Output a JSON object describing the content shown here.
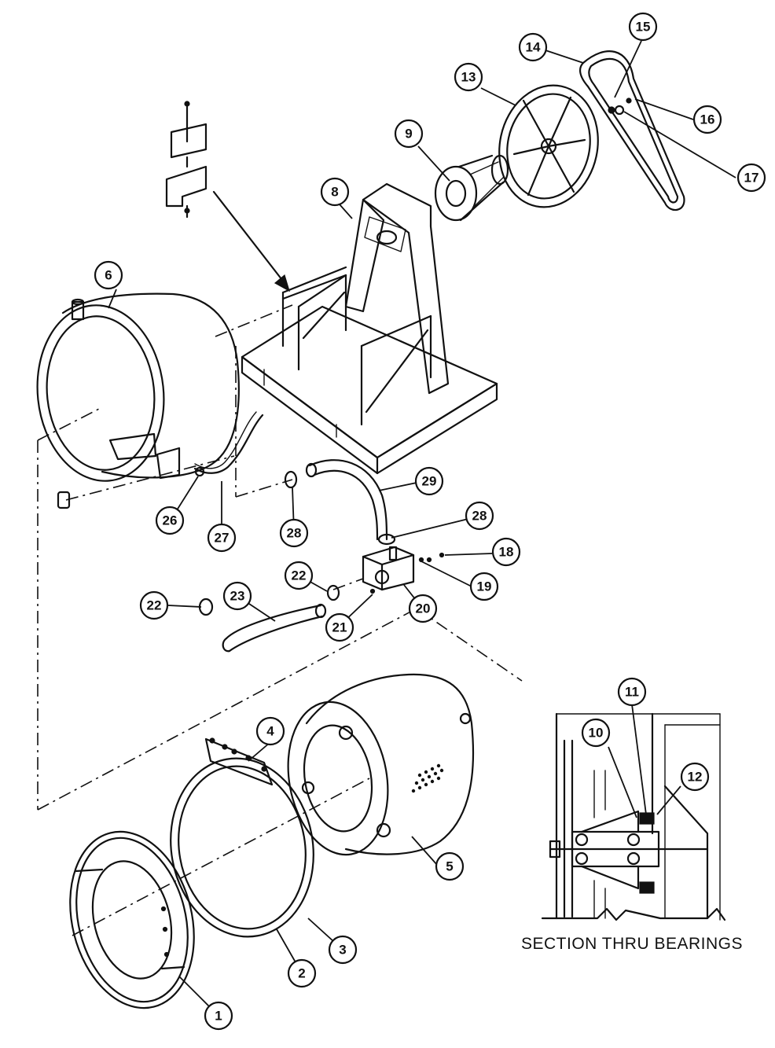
{
  "diagram": {
    "section_caption": "SECTION THRU BEARINGS",
    "callouts": [
      {
        "id": "c1",
        "label": "1"
      },
      {
        "id": "c2",
        "label": "2"
      },
      {
        "id": "c3",
        "label": "3"
      },
      {
        "id": "c4",
        "label": "4"
      },
      {
        "id": "c5",
        "label": "5"
      },
      {
        "id": "c6",
        "label": "6"
      },
      {
        "id": "c8",
        "label": "8"
      },
      {
        "id": "c9",
        "label": "9"
      },
      {
        "id": "c10",
        "label": "10"
      },
      {
        "id": "c11",
        "label": "11"
      },
      {
        "id": "c12",
        "label": "12"
      },
      {
        "id": "c13",
        "label": "13"
      },
      {
        "id": "c14",
        "label": "14"
      },
      {
        "id": "c15",
        "label": "15"
      },
      {
        "id": "c16",
        "label": "16"
      },
      {
        "id": "c17",
        "label": "17"
      },
      {
        "id": "c18",
        "label": "18"
      },
      {
        "id": "c19",
        "label": "19"
      },
      {
        "id": "c20",
        "label": "20"
      },
      {
        "id": "c21",
        "label": "21"
      },
      {
        "id": "c22a",
        "label": "22"
      },
      {
        "id": "c22b",
        "label": "22"
      },
      {
        "id": "c23",
        "label": "23"
      },
      {
        "id": "c26",
        "label": "26"
      },
      {
        "id": "c27",
        "label": "27"
      },
      {
        "id": "c28a",
        "label": "28"
      },
      {
        "id": "c28b",
        "label": "28"
      },
      {
        "id": "c29",
        "label": "29"
      }
    ]
  }
}
